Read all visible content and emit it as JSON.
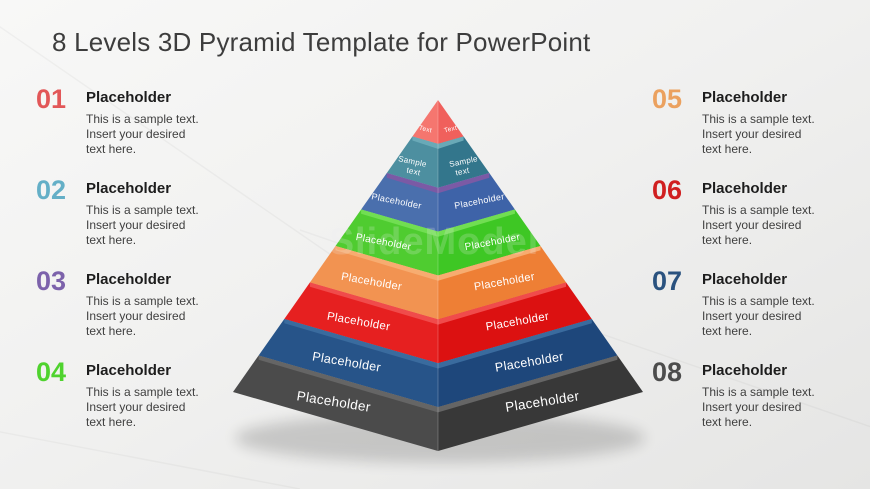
{
  "title": "8 Levels 3D Pyramid Template for PowerPoint",
  "watermark": "SlideModel",
  "items": [
    {
      "number": "01",
      "color": "#E25758",
      "heading": "Placeholder",
      "body": "This is a sample text.\nInsert your desired\ntext here."
    },
    {
      "number": "02",
      "color": "#64AFC7",
      "heading": "Placeholder",
      "body": "This is a sample text.\nInsert your desired\ntext here."
    },
    {
      "number": "03",
      "color": "#7C62AB",
      "heading": "Placeholder",
      "body": "This is a sample text.\nInsert your desired\ntext here."
    },
    {
      "number": "04",
      "color": "#4FD32E",
      "heading": "Placeholder",
      "body": "This is a sample text.\nInsert your desired\ntext here."
    },
    {
      "number": "05",
      "color": "#EBA15F",
      "heading": "Placeholder",
      "body": "This is a sample text.\nInsert your desired\ntext here."
    },
    {
      "number": "06",
      "color": "#D01F20",
      "heading": "Placeholder",
      "body": "This is a sample text.\nInsert your desired\ntext here."
    },
    {
      "number": "07",
      "color": "#2A527F",
      "heading": "Placeholder",
      "body": "This is a sample text.\nInsert your desired\ntext here."
    },
    {
      "number": "08",
      "color": "#4C4C4C",
      "heading": "Placeholder",
      "body": "This is a sample text.\nInsert your desired\ntext here."
    }
  ],
  "pyramid": {
    "levels": [
      {
        "label": "Text",
        "left": "#F5766F",
        "right": "#F0605C",
        "lip": ""
      },
      {
        "label": "Sample text",
        "lines": [
          "Sample",
          "text"
        ],
        "left": "#4D8FA0",
        "right": "#33768C",
        "lip": "#69A9B7"
      },
      {
        "label": "Placeholder",
        "left": "#4A6FAD",
        "right": "#3E63A8",
        "lip": "#7B5AA5"
      },
      {
        "label": "Placeholder",
        "left": "#4FCC30",
        "right": "#3EC724",
        "lip": "#71DE52"
      },
      {
        "label": "Placeholder",
        "left": "#F29351",
        "right": "#EE7F35",
        "lip": "#F7AC70"
      },
      {
        "label": "Placeholder",
        "left": "#E62020",
        "right": "#DC1111",
        "lip": "#F04B4B"
      },
      {
        "label": "Placeholder",
        "left": "#275489",
        "right": "#1E477B",
        "lip": "#3A6B9E"
      },
      {
        "label": "Placeholder",
        "left": "#4B4B4B",
        "right": "#383838",
        "lip": "#656565"
      }
    ]
  }
}
